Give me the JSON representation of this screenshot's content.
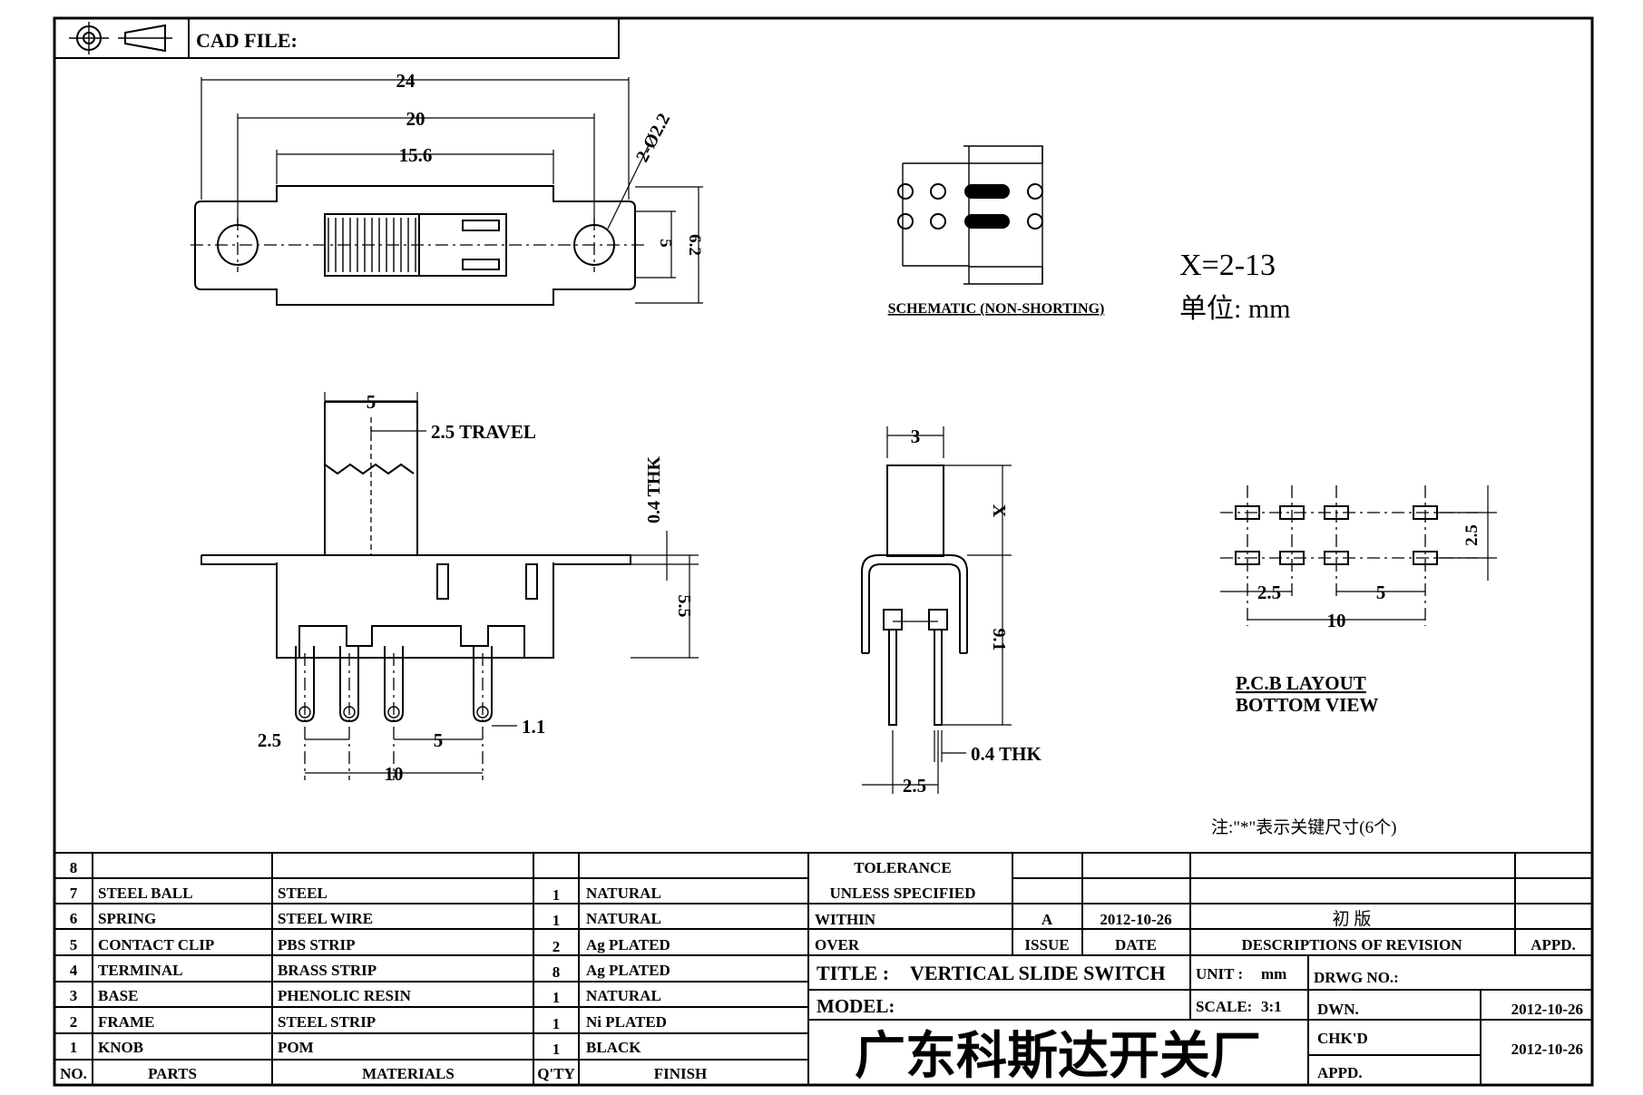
{
  "header": {
    "cad_file_label": "CAD FILE:"
  },
  "top_view": {
    "dims": {
      "overall": "24",
      "hole_pitch": "20",
      "body": "15.6",
      "holes": "2-Ø2.2",
      "height": "5",
      "flange": "6.2"
    }
  },
  "schematic": {
    "label": "SCHEMATIC (NON-SHORTING)"
  },
  "notes": {
    "x_range": "X=2-13",
    "unit": "单位: mm",
    "key_dim_note": "注:\"*\"表示关键尺寸(6个)"
  },
  "front_view": {
    "dims": {
      "knob_width": "5",
      "travel": "2.5 TRAVEL",
      "thk": "0.4 THK",
      "body_height": "5.5",
      "pin_pitch_a": "2.5",
      "pin_pitch_b": "5",
      "pin_span": "10",
      "pin_dia": "1.1"
    }
  },
  "side_view": {
    "dims": {
      "knob_width": "3",
      "knob_height": "X",
      "height": "9.1",
      "thk": "0.4 THK",
      "pitch": "2.5"
    }
  },
  "pcb": {
    "title": "P.C.B LAYOUT",
    "subtitle": "BOTTOM VIEW",
    "dims": {
      "row_pitch": "2.5",
      "pitch_a": "2.5",
      "pitch_b": "5",
      "span": "10"
    }
  },
  "bom": {
    "rows": [
      {
        "no": "8",
        "part": "",
        "material": "",
        "qty": "",
        "finish": ""
      },
      {
        "no": "7",
        "part": "STEEL BALL",
        "material": "STEEL",
        "qty": "1",
        "finish": "NATURAL"
      },
      {
        "no": "6",
        "part": "SPRING",
        "material": "STEEL WIRE",
        "qty": "1",
        "finish": "NATURAL"
      },
      {
        "no": "5",
        "part": "CONTACT CLIP",
        "material": "PBS STRIP",
        "qty": "2",
        "finish": "Ag PLATED"
      },
      {
        "no": "4",
        "part": "TERMINAL",
        "material": "BRASS STRIP",
        "qty": "8",
        "finish": "Ag PLATED"
      },
      {
        "no": "3",
        "part": "BASE",
        "material": "PHENOLIC RESIN",
        "qty": "1",
        "finish": "NATURAL"
      },
      {
        "no": "2",
        "part": "FRAME",
        "material": "STEEL STRIP",
        "qty": "1",
        "finish": "Ni PLATED"
      },
      {
        "no": "1",
        "part": "KNOB",
        "material": "POM",
        "qty": "1",
        "finish": "BLACK"
      }
    ],
    "headers": {
      "no": "NO.",
      "parts": "PARTS",
      "materials": "MATERIALS",
      "qty": "Q'TY",
      "finish": "FINISH"
    }
  },
  "title_block": {
    "tolerance": "TOLERANCE",
    "unless": "UNLESS  SPECIFIED",
    "within": "WITHIN",
    "over": "OVER",
    "rev_issue": "A",
    "rev_date": "2012-10-26",
    "rev_desc": "初  版",
    "issue_label": "ISSUE",
    "date_label": "DATE",
    "desc_label": "DESCRIPTIONS OF REVISION",
    "appd_label": "APPD.",
    "title_label": "TITLE :",
    "title_value": "VERTICAL SLIDE SWITCH",
    "unit_label": "UNIT :",
    "unit_value": "mm",
    "drwg_label": "DRWG NO.:",
    "model_label": "MODEL:",
    "scale_label": "SCALE:",
    "scale_value": "3:1",
    "dwn_label": "DWN.",
    "dwn_date": "2012-10-26",
    "chkd_label": "CHK'D",
    "chkd_date": "2012-10-26",
    "appd2_label": "APPD.",
    "company": "广东科斯达开关厂"
  }
}
